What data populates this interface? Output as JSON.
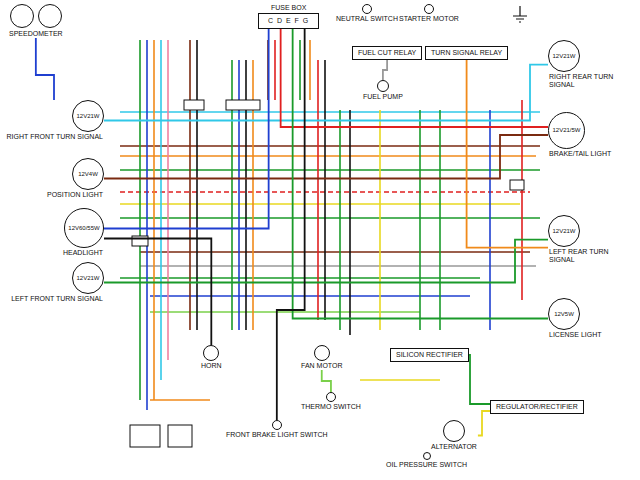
{
  "diagram": {
    "nodes": [
      {
        "text": [
          "SPEEDOMETER"
        ]
      },
      {
        "text": [
          "FUSE BOX",
          "C D E F G"
        ]
      },
      {
        "text": [
          "NEUTRAL SWITCH"
        ]
      },
      {
        "text": [
          "STARTER MOTOR"
        ]
      },
      {
        "text": [
          "FUEL CUT RELAY"
        ]
      },
      {
        "text": [
          "TURN SIGNAL RELAY"
        ]
      },
      {
        "text": [
          "FUEL PUMP"
        ]
      },
      {
        "text": [
          "RIGHT REAR TURN SIGNAL",
          "12V21W"
        ]
      },
      {
        "text": [
          "BRAKE/TAIL LIGHT",
          "12V21/5W"
        ]
      },
      {
        "text": [
          "LEFT REAR TURN SIGNAL",
          "12V21W"
        ]
      },
      {
        "text": [
          "LICENSE LIGHT",
          "12V5W"
        ]
      },
      {
        "text": [
          "RIGHT FRONT TURN SIGNAL",
          "12V21W"
        ]
      },
      {
        "text": [
          "POSITION LIGHT",
          "12V4W"
        ]
      },
      {
        "text": [
          "HEADLIGHT",
          "12V60/55W"
        ]
      },
      {
        "text": [
          "LEFT FRONT TURN SIGNAL",
          "12V21W"
        ]
      },
      {
        "text": [
          "HORN"
        ]
      },
      {
        "text": [
          "FAN MOTOR"
        ]
      },
      {
        "text": [
          "THERMO SWITCH"
        ]
      },
      {
        "text": [
          "FRONT BRAKE LIGHT SWITCH"
        ]
      },
      {
        "text": [
          "SILICON RECTIFIER"
        ]
      },
      {
        "text": [
          "ALTERNATOR"
        ]
      },
      {
        "text": [
          "REGULATOR/RECTIFIER"
        ]
      },
      {
        "text": [
          "OIL PRESSURE SWITCH"
        ]
      }
    ],
    "edges": [
      {
        "from": 0,
        "to": 11,
        "arrow": "none"
      },
      {
        "from": 11,
        "to": 7,
        "arrow": "none"
      },
      {
        "from": 14,
        "to": 9,
        "arrow": "none"
      },
      {
        "from": 12,
        "to": 8,
        "arrow": "none"
      },
      {
        "from": 13,
        "to": 1,
        "arrow": "none"
      },
      {
        "from": 5,
        "to": 9,
        "arrow": "none"
      },
      {
        "from": 1,
        "to": 8,
        "arrow": "none"
      },
      {
        "from": 1,
        "to": 10,
        "arrow": "none"
      },
      {
        "from": 16,
        "to": 17,
        "arrow": "none"
      },
      {
        "from": 20,
        "to": 21,
        "arrow": "none"
      },
      {
        "from": 13,
        "to": 15,
        "arrow": "none"
      },
      {
        "from": 19,
        "to": 21,
        "arrow": "none"
      },
      {
        "from": 18,
        "to": 1,
        "arrow": "none"
      },
      {
        "from": 4,
        "to": 6,
        "arrow": "none"
      }
    ]
  }
}
